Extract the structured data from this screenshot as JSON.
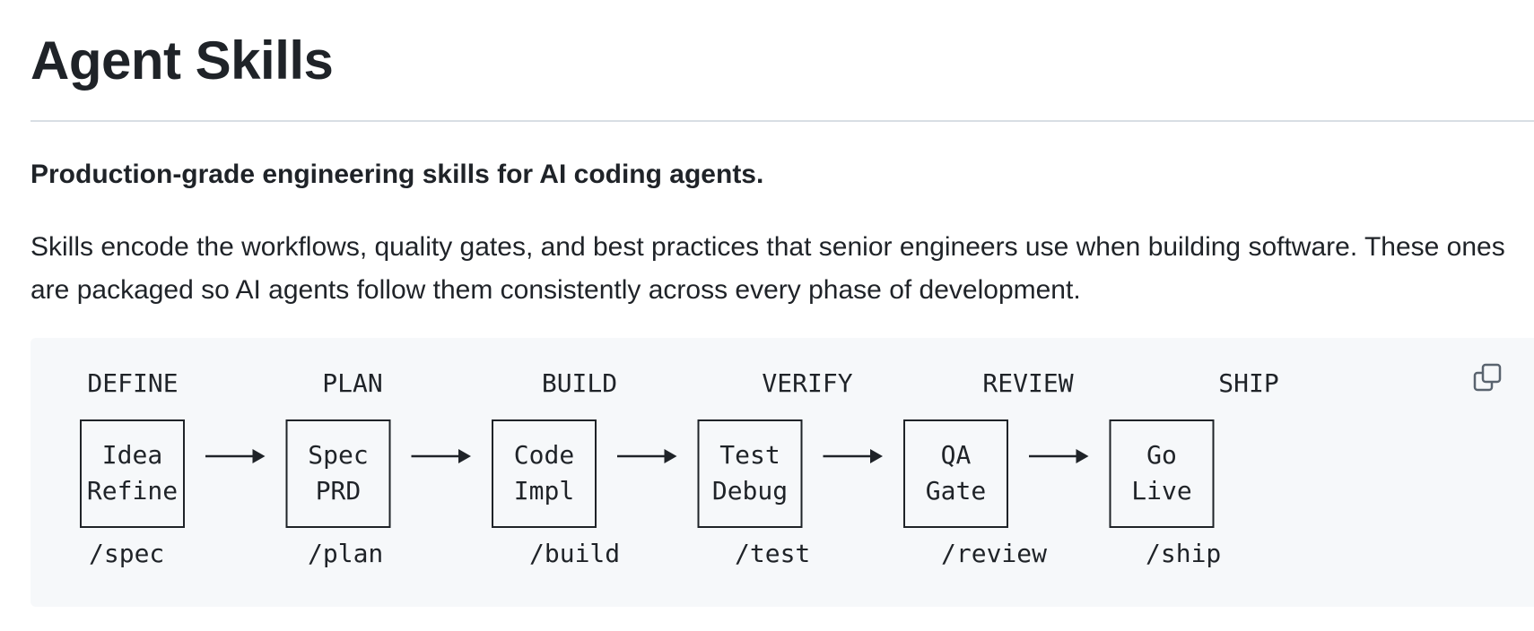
{
  "header": {
    "title": "Agent Skills"
  },
  "content": {
    "tagline": "Production-grade engineering skills for AI coding agents.",
    "intro": "Skills encode the workflows, quality gates, and best practices that senior engineers use when building software. These ones are packaged so AI agents follow them consistently across every phase of development."
  },
  "pipeline": {
    "stages": [
      {
        "phase": "DEFINE",
        "line1": "Idea",
        "line2": "Refine",
        "command": "/spec"
      },
      {
        "phase": "PLAN",
        "line1": "Spec",
        "line2": "PRD",
        "command": "/plan"
      },
      {
        "phase": "BUILD",
        "line1": "Code",
        "line2": "Impl",
        "command": "/build"
      },
      {
        "phase": "VERIFY",
        "line1": "Test",
        "line2": "Debug",
        "command": "/test"
      },
      {
        "phase": "REVIEW",
        "line1": "QA",
        "line2": "Gate",
        "command": "/review"
      },
      {
        "phase": "SHIP",
        "line1": "Go",
        "line2": "Live",
        "command": "/ship"
      }
    ]
  },
  "toolbar": {
    "copy_icon": "copy-icon"
  }
}
